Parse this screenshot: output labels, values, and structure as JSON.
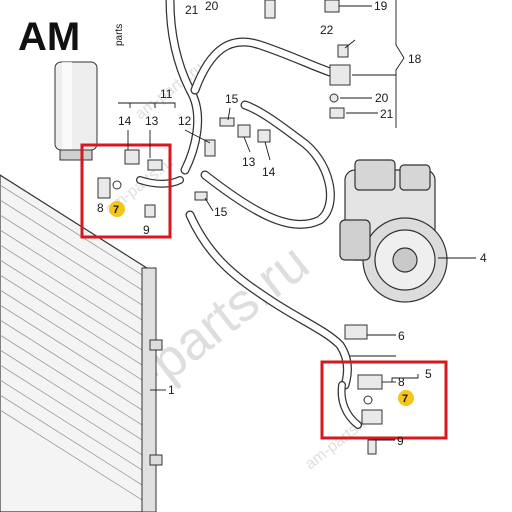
{
  "logo": {
    "brand": "AM",
    "suffix": "parts",
    "accent_color": "#1f6fd1"
  },
  "watermarks": [
    "am-parts.ru",
    "am-parts.ru",
    "am-parts.ru",
    "am-parts.ru"
  ],
  "labels": [
    {
      "id": "l19",
      "text": "19"
    },
    {
      "id": "l20a",
      "text": "20"
    },
    {
      "id": "l21a",
      "text": "21"
    },
    {
      "id": "l22",
      "text": "22"
    },
    {
      "id": "l18",
      "text": "18"
    },
    {
      "id": "l20b",
      "text": "20"
    },
    {
      "id": "l21b",
      "text": "21"
    },
    {
      "id": "l11",
      "text": "11"
    },
    {
      "id": "l14a",
      "text": "14"
    },
    {
      "id": "l13a",
      "text": "13"
    },
    {
      "id": "l12",
      "text": "12"
    },
    {
      "id": "l15a",
      "text": "15"
    },
    {
      "id": "l13b",
      "text": "13"
    },
    {
      "id": "l14b",
      "text": "14"
    },
    {
      "id": "l8a",
      "text": "8"
    },
    {
      "id": "l9a",
      "text": "9"
    },
    {
      "id": "l15b",
      "text": "15"
    },
    {
      "id": "l4",
      "text": "4"
    },
    {
      "id": "l6",
      "text": "6"
    },
    {
      "id": "l5",
      "text": "5"
    },
    {
      "id": "l8b",
      "text": "8"
    },
    {
      "id": "l9b",
      "text": "9"
    },
    {
      "id": "l1",
      "text": "1"
    }
  ],
  "callouts": [
    {
      "id": "c7a",
      "text": "7"
    },
    {
      "id": "c7b",
      "text": "7"
    }
  ],
  "colors": {
    "highlight": "#d9171e",
    "callout": "#f5c518",
    "line": "#1a1a1a",
    "part_fill": "#e9e9e9"
  }
}
